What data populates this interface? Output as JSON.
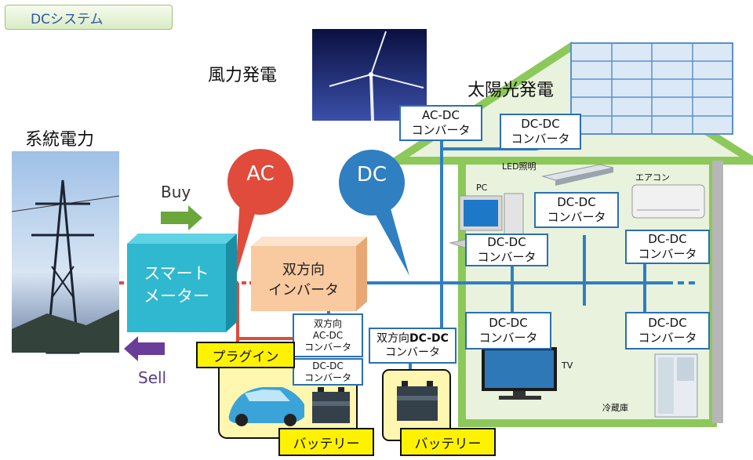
{
  "title": "DCシステム",
  "labels": {
    "wind": "風力発電",
    "solar": "太陽光発電",
    "grid": "系統電力",
    "buy": "Buy",
    "sell": "Sell",
    "ac": "AC",
    "dc": "DC",
    "smart_meter": "スマート\nメーター",
    "inverter": "双方向\nインバータ",
    "led": "LED照明",
    "pc": "PC",
    "aircon": "エアコン",
    "tv": "TV",
    "fridge": "冷蔵庫",
    "plugin": "プラグイン",
    "battery_left": "バッテリー",
    "battery_right": "バッテリー"
  },
  "converters": {
    "acdc_top": "AC-DC\nコンバータ",
    "dcdc_top": "DC-DC\nコンバータ",
    "dcdc_led": "DC-DC\nコンバータ",
    "dcdc_pc": "DC-DC\nコンバータ",
    "dcdc_aircon": "DC-DC\nコンバータ",
    "dcdc_tv": "DC-DC\nコンバータ",
    "dcdc_fridge": "DC-DC\nコンバータ",
    "bidir_acdc": "双方向\nAC-DC\nコンバータ",
    "dcdc_ev": "DC-DC\nコンバータ",
    "bidir_dcdc_pre": "双方向",
    "bidir_dcdc_bold": "DC-DC",
    "bidir_dcdc_post": "コンバータ"
  },
  "colors": {
    "ac_line": "#e04b3c",
    "dc_line": "#2f7fc1",
    "house": "#8cc85a",
    "smart_meter": "#2fb8d0",
    "inverter": "#f9c9a0",
    "battery_tag": "#fff200"
  }
}
